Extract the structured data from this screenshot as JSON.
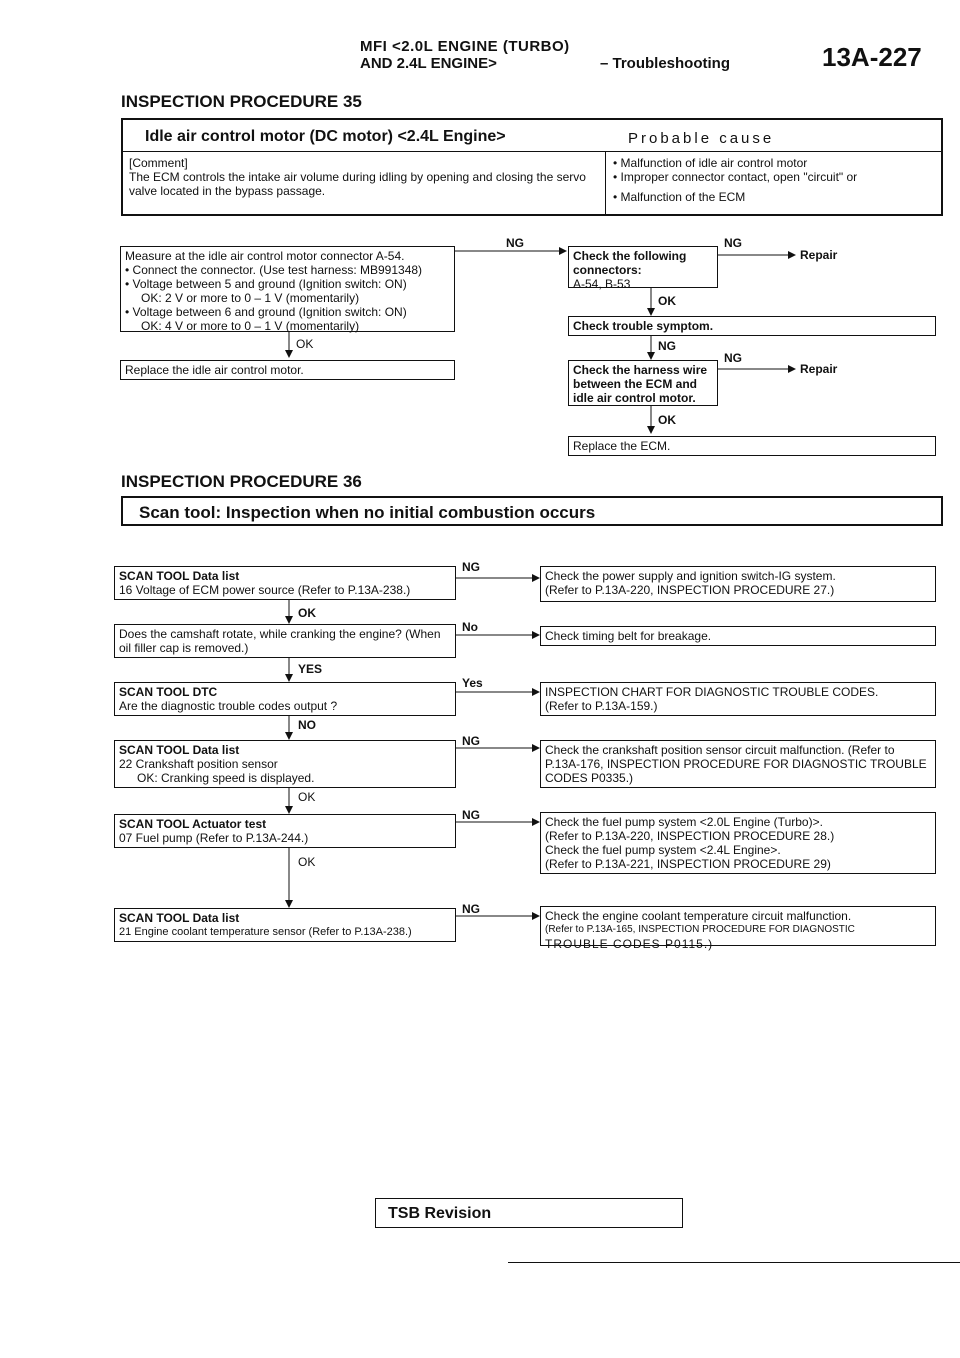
{
  "header": {
    "line1": "MFI <2.0L ENGINE (TURBO)",
    "line2": "AND 2.4L ENGINE>",
    "section": "– Troubleshooting",
    "page": "13A-227"
  },
  "proc35": {
    "heading": "INSPECTION PROCEDURE 35",
    "title": "Idle air control motor (DC motor) <2.4L Engine>",
    "cause_title": "Probable cause",
    "comment_label": "[Comment]",
    "comment": "The ECM controls the intake air volume during idling by opening and closing the servo valve located in the bypass passage.",
    "causes": [
      "Malfunction of idle air control motor",
      "Improper connector contact, open \"circuit\" or",
      "Malfunction of the ECM"
    ],
    "measure": {
      "line1": "Measure at the idle air control motor connector A-54.",
      "line2": "Connect the connector. (Use test harness: MB991348)",
      "line3": "Voltage between 5 and ground (Ignition switch: ON)",
      "line4": "OK: 2 V or more to 0 – 1 V (momentarily)",
      "line5": "Voltage between 6 and ground (Ignition switch: ON)",
      "line6": "OK: 4 V or more to 0 – 1 V (momentarily)"
    },
    "ok": "OK",
    "replace_motor": "Replace the idle air control motor.",
    "ng": "NG",
    "check_connectors": "Check the following connectors:",
    "connectors": "A-54, B-53",
    "repair": "Repair",
    "ok2": "OK",
    "check_symptom": "Check trouble symptom.",
    "ng2": "NG",
    "check_harness": "Check the harness wire between the ECM and idle air control motor.",
    "ng3": "NG",
    "repair2": "Repair",
    "ok3": "OK",
    "replace_ecm": "Replace the ECM."
  },
  "proc36": {
    "heading": "INSPECTION PROCEDURE 36",
    "title": "Scan tool: Inspection when no initial combustion occurs",
    "step1_title": "SCAN TOOL Data list",
    "step1_text": "16 Voltage of ECM power source (Refer to P.13A-238.)",
    "step1_ng": "NG",
    "step1_result": "Check the power supply and ignition switch-IG system.",
    "step1_result2": "(Refer to P.13A-220, INSPECTION PROCEDURE 27.)",
    "ok1": "OK",
    "step2_text": "Does the camshaft rotate, while cranking the engine? (When oil filler cap is removed.)",
    "step2_no": "No",
    "step2_result": "Check timing belt for breakage.",
    "yes1": "YES",
    "step3_title": "SCAN TOOL DTC",
    "step3_text": "Are the diagnostic trouble codes output ?",
    "step3_yes": "Yes",
    "step3_result": "INSPECTION CHART FOR DIAGNOSTIC TROUBLE CODES.",
    "step3_result2": "(Refer to P.13A-159.)",
    "no1": "NO",
    "step4_title": "SCAN TOOL Data list",
    "step4_text1": "22 Crankshaft position sensor",
    "step4_text2": "OK: Cranking speed is displayed.",
    "step4_ng": "NG",
    "step4_result": "Check the crankshaft position sensor circuit malfunction. (Refer to P.13A-176, INSPECTION PROCEDURE FOR DIAGNOSTIC TROUBLE CODES P0335.)",
    "ok2": "OK",
    "step5_title": "SCAN TOOL Actuator test",
    "step5_text": "07 Fuel pump (Refer to P.13A-244.)",
    "step5_ng": "NG",
    "step5_result1": "Check the fuel pump system <2.0L Engine (Turbo)>.",
    "step5_result2": "(Refer to P.13A-220, INSPECTION PROCEDURE 28.)",
    "step5_result3": "Check the fuel pump system <2.4L Engine>.",
    "step5_result4": "(Refer to P.13A-221, INSPECTION PROCEDURE 29)",
    "ok3": "OK",
    "step6_title": "SCAN TOOL Data list",
    "step6_text": "21 Engine coolant temperature sensor (Refer to P.13A-238.)",
    "step6_ng": "NG",
    "step6_result1": "Check the engine coolant temperature circuit malfunction.",
    "step6_result2": "(Refer to P.13A-165, INSPECTION PROCEDURE FOR DIAGNOSTIC",
    "step6_result3": "TROUBLE CODES P0115.)"
  },
  "footer": {
    "tsb": "TSB Revision"
  }
}
